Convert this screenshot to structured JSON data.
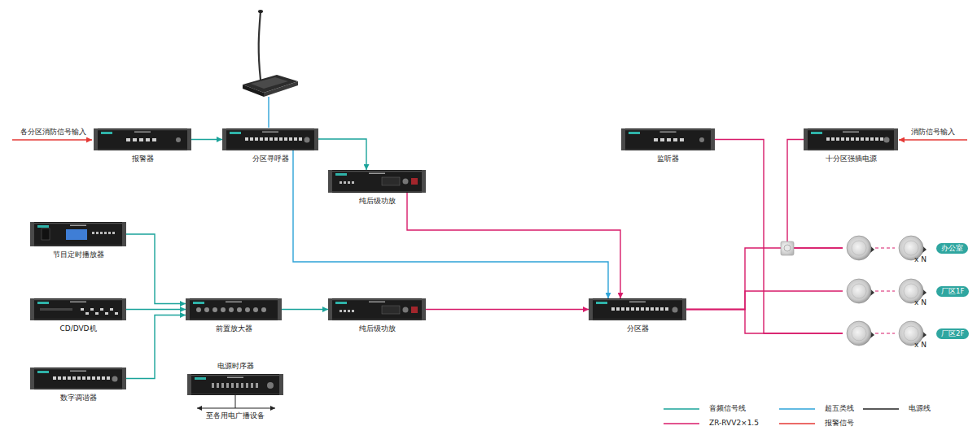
{
  "diagram": {
    "nodes": [
      {
        "text": [
          "报警器"
        ]
      },
      {
        "text": [
          "分区寻呼器"
        ]
      },
      {
        "text": [
          "监听器"
        ]
      },
      {
        "text": [
          "十分区强插电源"
        ]
      },
      {
        "text": [
          "纯后级功放"
        ]
      },
      {
        "text": [
          "节目定时播放器"
        ]
      },
      {
        "text": [
          "x N"
        ]
      },
      {
        "text": [
          "办公室"
        ]
      },
      {
        "text": [
          "CD/DVD机"
        ]
      },
      {
        "text": [
          "前置放大器"
        ]
      },
      {
        "text": [
          "纯后级功放"
        ]
      },
      {
        "text": [
          "分区器"
        ]
      },
      {
        "text": [
          "x N"
        ]
      },
      {
        "text": [
          "厂区1F"
        ]
      },
      {
        "text": [
          "x N"
        ]
      },
      {
        "text": [
          "厂区2F"
        ]
      },
      {
        "text": [
          "数字调谐器"
        ]
      },
      {
        "text": [
          "电源时序器"
        ]
      }
    ],
    "edges": [
      {
        "from": 0,
        "to": 1,
        "arrow": "to"
      },
      {
        "from": 1,
        "to": 4,
        "arrow": "to"
      },
      {
        "from": 1,
        "to": 11,
        "arrow": "to"
      },
      {
        "from": 4,
        "to": 11,
        "arrow": "to"
      },
      {
        "from": 5,
        "to": 9,
        "arrow": "to"
      },
      {
        "from": 8,
        "to": 9,
        "arrow": "to"
      },
      {
        "from": 16,
        "to": 9,
        "arrow": "to"
      },
      {
        "from": 9,
        "to": 10,
        "arrow": "to"
      },
      {
        "from": 10,
        "to": 11,
        "arrow": "to"
      },
      {
        "from": 11,
        "to": 6,
        "arrow": "none"
      },
      {
        "from": 11,
        "to": 12,
        "arrow": "none"
      },
      {
        "from": 11,
        "to": 14,
        "arrow": "none"
      },
      {
        "from": 2,
        "to": 14,
        "arrow": "none"
      },
      {
        "from": 3,
        "to": 6,
        "arrow": "none"
      }
    ],
    "labels": [
      "各分区消防信号输入",
      "消防信号输入",
      "至各用电广播设备"
    ],
    "legend": [
      {
        "text": "音频信号线"
      },
      {
        "text": "超五类线"
      },
      {
        "text": "电源线"
      },
      {
        "text": "ZR-RVV2×1.5"
      },
      {
        "text": "报警信号"
      }
    ]
  }
}
